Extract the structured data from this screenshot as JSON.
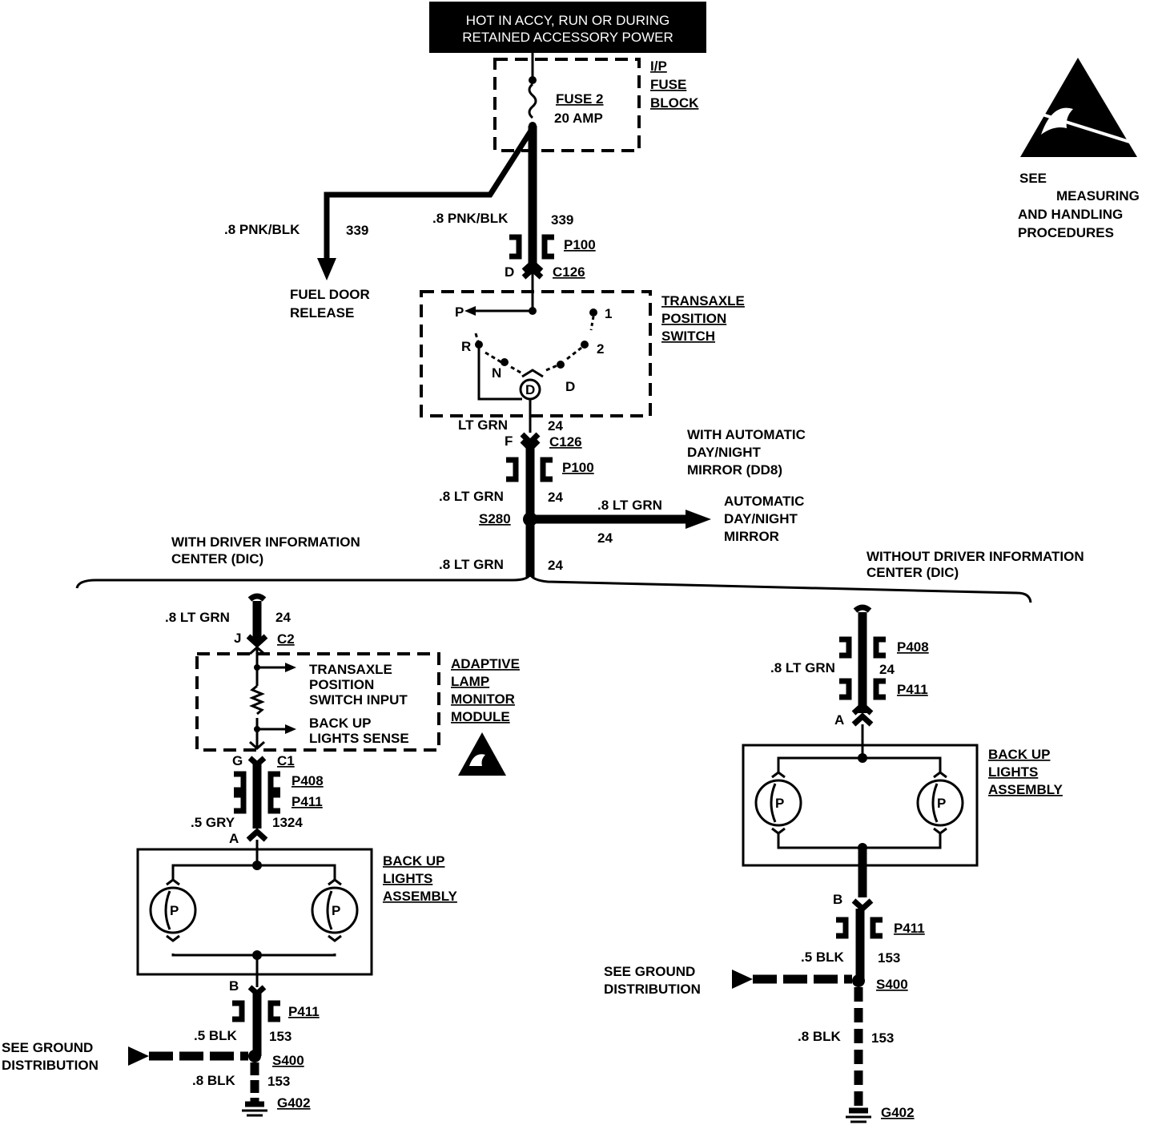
{
  "top_banner": {
    "line1": "HOT IN ACCY, RUN OR DURING",
    "line2": "RETAINED ACCESSORY POWER"
  },
  "fuse_block": {
    "title": [
      "I/P",
      "FUSE",
      "BLOCK"
    ],
    "fuse_name": "FUSE 2",
    "fuse_rating": "20 AMP"
  },
  "esd_notice": [
    "SEE",
    "MEASURING",
    "AND  HANDLING",
    "PROCEDURES"
  ],
  "wires": {
    "feed_left": {
      "gauge_color": ".8 PNK/BLK",
      "circuit": "339"
    },
    "feed_main": {
      "gauge_color": ".8 PNK/BLK",
      "circuit": "339"
    },
    "fuel_door": [
      "FUEL DOOR",
      "RELEASE"
    ],
    "tps_out": {
      "gauge_color": "LT GRN",
      "circuit": "24"
    },
    "main_24": {
      "gauge_color": ".8 LT GRN",
      "circuit": "24"
    },
    "mirror_branch": {
      "gauge_color": ".8 LT GRN",
      "circuit": "24"
    },
    "main_24_lower": {
      "gauge_color": ".8 LT GRN",
      "circuit": "24"
    },
    "dic_24": {
      "gauge_color": ".8 LT GRN",
      "circuit": "24"
    },
    "dic_gry": {
      "gauge_color": ".5 GRY",
      "circuit": "1324"
    },
    "dic_blk_upper": {
      "gauge_color": ".5 BLK",
      "circuit": "153"
    },
    "dic_blk_lower": {
      "gauge_color": ".8 BLK",
      "circuit": "153"
    },
    "nodic_24": {
      "gauge_color": ".8 LT GRN",
      "circuit": "24"
    },
    "nodic_blk_upper": {
      "gauge_color": ".5 BLK",
      "circuit": "153"
    },
    "nodic_blk_lower": {
      "gauge_color": ".8 BLK",
      "circuit": "153"
    }
  },
  "connectors": {
    "p100": "P100",
    "c126": "C126",
    "c126_pin_d": "D",
    "c126_pin_f": "F",
    "c2": "C2",
    "c2_pin": "J",
    "c1": "C1",
    "c1_pin": "G",
    "p408": "P408",
    "p411": "P411",
    "pin_a": "A",
    "pin_b": "B"
  },
  "splices": {
    "s280": "S280",
    "s400": "S400"
  },
  "grounds": {
    "g402": "G402"
  },
  "transaxle_switch": {
    "title": [
      "TRANSAXLE",
      "POSITION",
      "SWITCH"
    ],
    "positions": {
      "p": "P",
      "r": "R",
      "n": "N",
      "d_circle": "D",
      "d": "D",
      "two": "2",
      "one": "1"
    }
  },
  "mirror": {
    "condition": [
      "WITH AUTOMATIC",
      "DAY/NIGHT",
      "MIRROR (DD8)"
    ],
    "target": [
      "AUTOMATIC",
      "DAY/NIGHT",
      "MIRROR"
    ]
  },
  "dic_with": [
    "WITH DRIVER INFORMATION",
    "CENTER (DIC)"
  ],
  "dic_without": [
    "WITHOUT DRIVER INFORMATION",
    "CENTER (DIC)"
  ],
  "lamp_module": {
    "title": [
      "ADAPTIVE",
      "LAMP",
      "MONITOR",
      "MODULE"
    ],
    "input1": [
      "TRANSAXLE",
      "POSITION",
      "SWITCH INPUT"
    ],
    "input2": [
      "BACK UP",
      "LIGHTS SENSE"
    ]
  },
  "backup_assembly": [
    "BACK UP",
    "LIGHTS",
    "ASSEMBLY"
  ],
  "ground_ref": [
    "SEE GROUND",
    "DISTRIBUTION"
  ]
}
